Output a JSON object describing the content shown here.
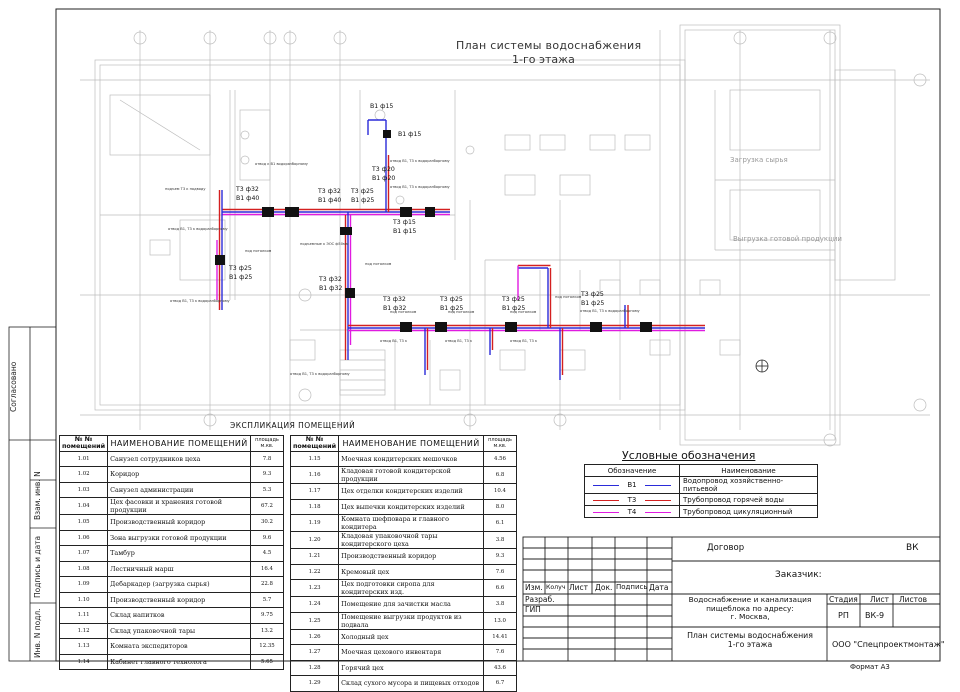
{
  "drawing": {
    "title_line1": "План системы водоснабжения",
    "title_line2": "1-го этажа"
  },
  "colors": {
    "b1": "#2b2bd9",
    "t3": "#d42020",
    "t4": "#e01be0",
    "line": "#222222",
    "faint": "#b8b8b8"
  },
  "pipe_labels": [
    {
      "id": "l1",
      "text": "B1 ф15"
    },
    {
      "id": "l2",
      "text": "B1 ф15"
    },
    {
      "id": "l3a",
      "text": "Т3 ф20"
    },
    {
      "id": "l3b",
      "text": "B1 ф20"
    },
    {
      "id": "l4a",
      "text": "Т3 ф32"
    },
    {
      "id": "l4b",
      "text": "B1 ф40"
    },
    {
      "id": "l5a",
      "text": "Т3 ф32"
    },
    {
      "id": "l5b",
      "text": "B1 ф40"
    },
    {
      "id": "l6a",
      "text": "Т3 ф25"
    },
    {
      "id": "l6b",
      "text": "B1 ф25"
    },
    {
      "id": "l7a",
      "text": "Т3 ф15"
    },
    {
      "id": "l7b",
      "text": "B1 ф15"
    },
    {
      "id": "l8a",
      "text": "Т3 ф25"
    },
    {
      "id": "l8b",
      "text": "B1 ф25"
    },
    {
      "id": "l9a",
      "text": "Т3 ф32"
    },
    {
      "id": "l9b",
      "text": "B1 ф32"
    },
    {
      "id": "l10a",
      "text": "Т3 ф32"
    },
    {
      "id": "l10b",
      "text": "B1 ф32"
    },
    {
      "id": "l11a",
      "text": "Т3 ф25"
    },
    {
      "id": "l11b",
      "text": "B1 ф25"
    },
    {
      "id": "l12a",
      "text": "Т3 ф25"
    },
    {
      "id": "l12b",
      "text": "B1 ф25"
    },
    {
      "id": "l13a",
      "text": "Т3 ф25"
    },
    {
      "id": "l13b",
      "text": "B1 ф25"
    }
  ],
  "room_labels": {
    "r1": "Загрузка сырья",
    "r2": "Выгрузка готовой продукции"
  },
  "explication": {
    "title": "ЭКСПЛИКАЦИЯ ПОМЕЩЕНИЙ",
    "col_no": "№ № помещений",
    "col_name": "НАИМЕНОВАНИЕ ПОМЕЩЕНИЙ",
    "col_area": "площадь м.кв.",
    "left": [
      {
        "no": "1.01",
        "name": "Санузел сотрудников цеха",
        "area": "7.8"
      },
      {
        "no": "1.02",
        "name": "Коридор",
        "area": "9.3"
      },
      {
        "no": "1.03",
        "name": "Санузел администрации",
        "area": "5.3"
      },
      {
        "no": "1.04",
        "name": "Цех фасовки и хранения готовой продукции",
        "area": "67.2"
      },
      {
        "no": "1.05",
        "name": "Производственный коридор",
        "area": "30.2"
      },
      {
        "no": "1.06",
        "name": "Зона выгрузки готовой продукции",
        "area": "9.6"
      },
      {
        "no": "1.07",
        "name": "Тамбур",
        "area": "4.5"
      },
      {
        "no": "1.08",
        "name": "Лестничный марш",
        "area": "16.4"
      },
      {
        "no": "1.09",
        "name": "Дебаркадер (загрузка сырья)",
        "area": "22.8"
      },
      {
        "no": "1.10",
        "name": "Производственный коридор",
        "area": "5.7"
      },
      {
        "no": "1.11",
        "name": "Склад напитков",
        "area": "9.75"
      },
      {
        "no": "1.12",
        "name": "Склад упаковочной тары",
        "area": "13.2"
      },
      {
        "no": "1.13",
        "name": "Комната экспедиторов",
        "area": "12.35"
      },
      {
        "no": "1.14",
        "name": "Кабинет главного технолога",
        "area": "5.65"
      }
    ],
    "right": [
      {
        "no": "1.15",
        "name": "Моечная кондитерских мешочков",
        "area": "4.56"
      },
      {
        "no": "1.16",
        "name": "Кладовая готовой кондитерской продукции",
        "area": "6.8"
      },
      {
        "no": "1.17",
        "name": "Цех отделки кондитерских изделий",
        "area": "10.4"
      },
      {
        "no": "1.18",
        "name": "Цех выпечки кондитерских изделий",
        "area": "8.0"
      },
      {
        "no": "1.19",
        "name": "Комната шефповара и главного кондитера",
        "area": "6.1"
      },
      {
        "no": "1.20",
        "name": "Кладовая упаковочной тары кондитерского цеха",
        "area": "3.8"
      },
      {
        "no": "1.21",
        "name": "Производственный коридор",
        "area": "9.3"
      },
      {
        "no": "1.22",
        "name": "Кремовый цех",
        "area": "7.6"
      },
      {
        "no": "1.23",
        "name": "Цех подготовки сиропа для кондитерских изд.",
        "area": "6.6"
      },
      {
        "no": "1.24",
        "name": "Помещение для зачистки масла",
        "area": "3.8"
      },
      {
        "no": "1.25",
        "name": "Помещение выгрузки продуктов из подвала",
        "area": "13.0"
      },
      {
        "no": "1.26",
        "name": "Холодный цех",
        "area": "14.41"
      },
      {
        "no": "1.27",
        "name": "Моечная цехового инвентаря",
        "area": "7.6"
      },
      {
        "no": "1.28",
        "name": "Горячий цех",
        "area": "43.6"
      },
      {
        "no": "1.29",
        "name": "Склад сухого мусора и пищевых отходов",
        "area": "6.7"
      }
    ]
  },
  "legend": {
    "title": "Условные обозначения",
    "col_symbol": "Обозначение",
    "col_name": "Наименование",
    "rows": [
      {
        "code": "B1",
        "name": "Водопровод хозяйственно-питьевой",
        "color": "#2b2bd9"
      },
      {
        "code": "Т3",
        "name": "Трубопровод горячей воды",
        "color": "#d42020"
      },
      {
        "code": "Т4",
        "name": "Трубопровод цикуляционный",
        "color": "#e01be0"
      }
    ]
  },
  "stamp": {
    "contract": "Договор",
    "code": "ВК",
    "customer": "Заказчик:",
    "col_izm": "Изм.",
    "col_koluch": "Колуч",
    "col_list": "Лист",
    "col_dok": "Док.",
    "col_podpis": "Подпись",
    "col_data": "Дата",
    "razrab": "Разраб.",
    "gip": "ГИП",
    "project_line1": "Водоснабжение и канализация",
    "project_line2": "пищеблока по адресу:",
    "project_line3": "г. Москва,",
    "stage_hdr": "Стадия",
    "sheet_hdr": "Лист",
    "sheets_hdr": "Листов",
    "stage": "РП",
    "sheet": "ВК-9",
    "sheet_title1": "План системы водоснабжения",
    "sheet_title2": "1-го этажа",
    "company": "ООО \"Спецпроектмонтаж\"",
    "format": "Формат А3"
  },
  "side_stamp": {
    "soglasovano": "Согласовано",
    "vzam": "Взам. инв. N",
    "podpis": "Подпись и дата",
    "inv": "Инв. N подл."
  }
}
